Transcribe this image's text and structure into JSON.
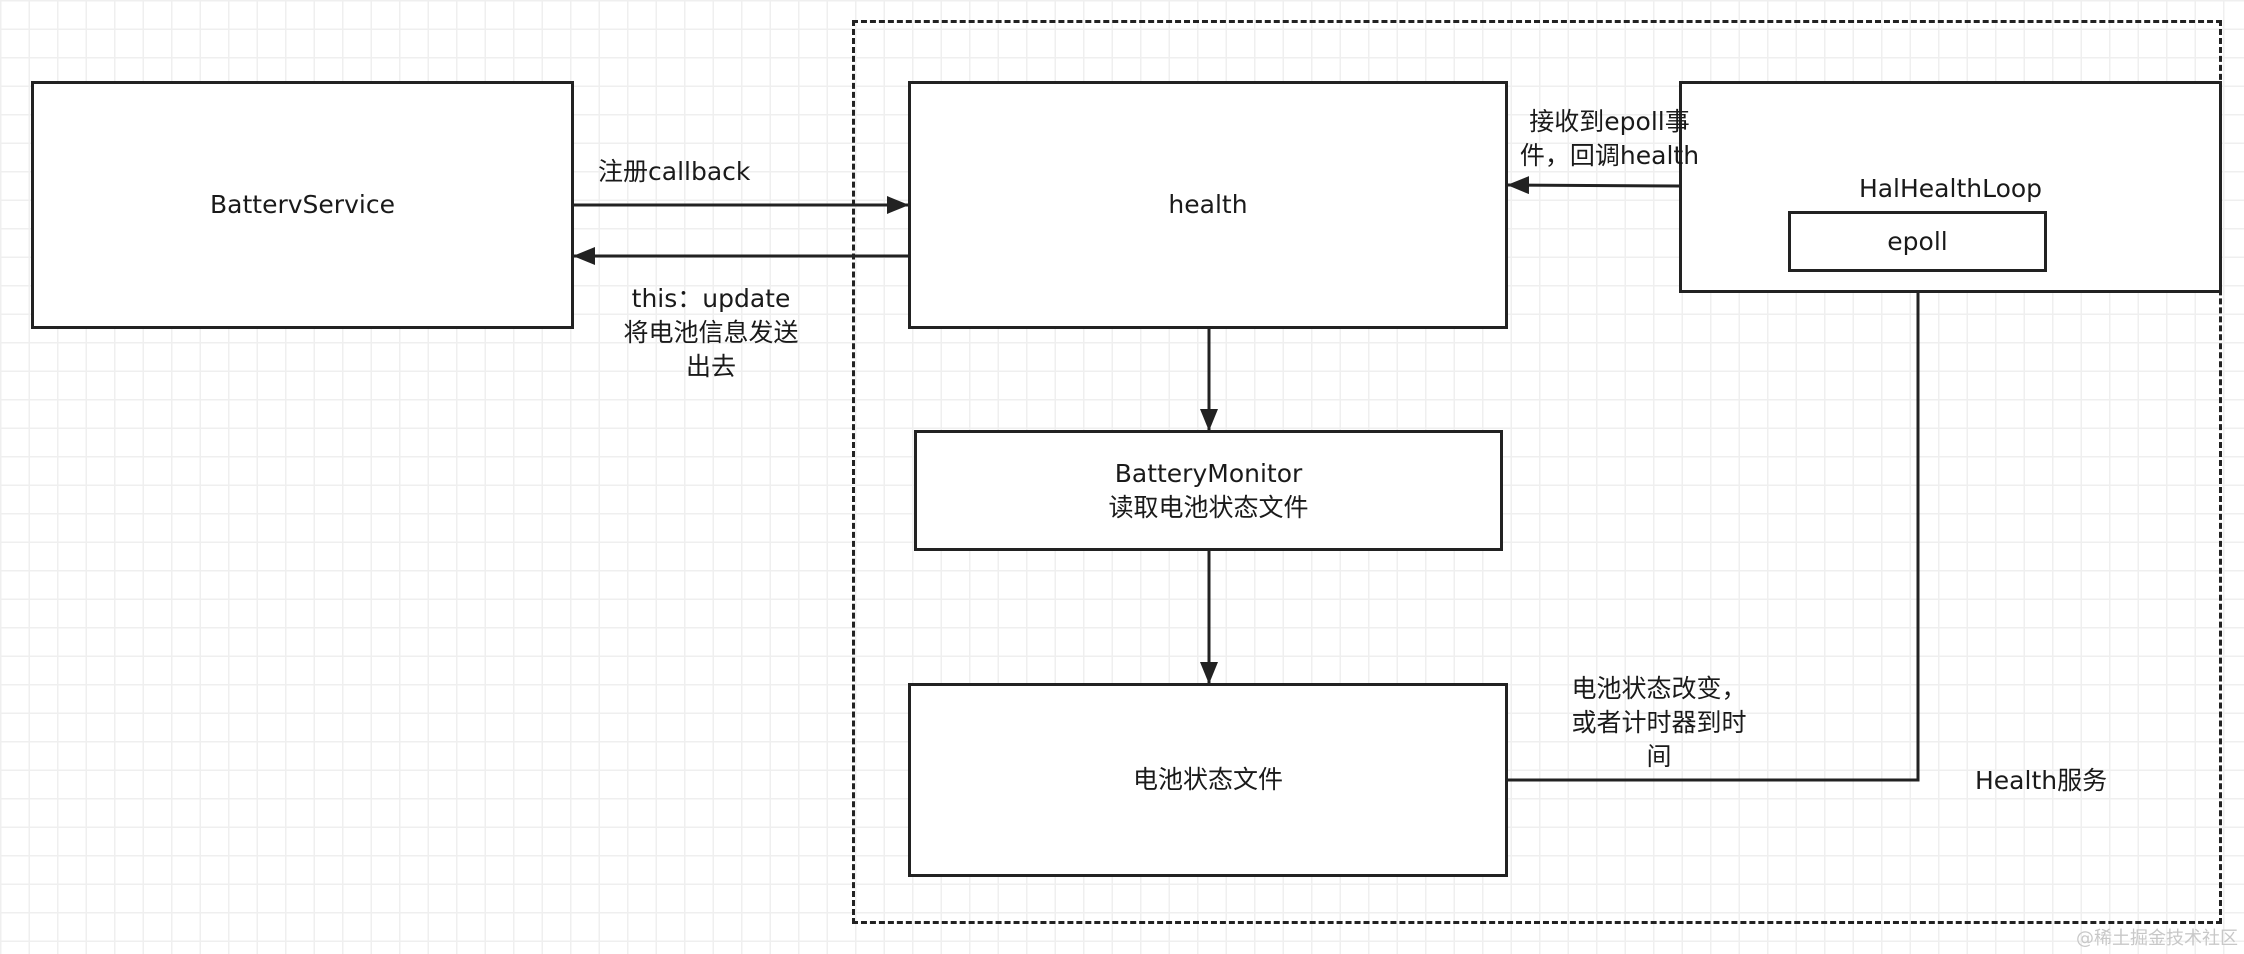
{
  "group": {
    "label": "Health服务"
  },
  "nodes": {
    "battery_service": "BattervService",
    "health": "health",
    "battery_monitor": [
      "BatteryMonitor",
      "读取电池状态文件"
    ],
    "battery_file": "电池状态文件",
    "hal_loop": "HalHealthLoop",
    "epoll": "epoll"
  },
  "edges": {
    "register_callback": "注册callback",
    "update": [
      "this：update",
      "将电池信息发送",
      "出去"
    ],
    "epoll_event": [
      "接收到epoll事",
      "件，回调health"
    ],
    "state_change": [
      "电池状态改变，",
      "或者计时器到时",
      "间"
    ]
  },
  "watermark": "@稀土掘金技术社区",
  "colors": {
    "stroke": "#222222",
    "grid": "#efefef",
    "background": "#ffffff"
  }
}
